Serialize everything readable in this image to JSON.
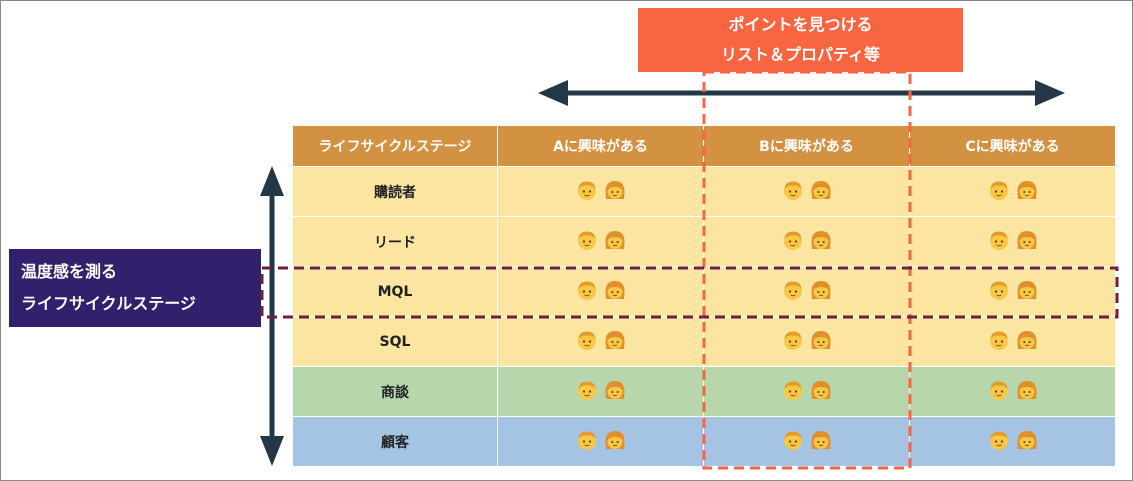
{
  "callout_top": {
    "line1": "ポイントを見つける",
    "line2": "リスト＆プロパティ等"
  },
  "callout_left": {
    "line1": "温度感を測る",
    "line2": "ライフサイクルステージ"
  },
  "table": {
    "headers": [
      "ライフサイクルステージ",
      "Aに興味がある",
      "Bに興味がある",
      "Cに興味がある"
    ],
    "rows": [
      {
        "stage": "購読者",
        "tone": "yellow"
      },
      {
        "stage": "リード",
        "tone": "yellow"
      },
      {
        "stage": "MQL",
        "tone": "yellow"
      },
      {
        "stage": "SQL",
        "tone": "yellow"
      },
      {
        "stage": "商談",
        "tone": "green"
      },
      {
        "stage": "顧客",
        "tone": "blue"
      }
    ]
  },
  "cell_icon": "two-person-faces-icon",
  "colors": {
    "header": "#d39142",
    "yellow": "#fce5a1",
    "green": "#b8d6ab",
    "blue": "#a5c4e4",
    "callout_top": "#f76541",
    "callout_left": "#32206c",
    "highlight_column": "#f76541",
    "highlight_row": "#6b2040",
    "arrow": "#243746"
  }
}
